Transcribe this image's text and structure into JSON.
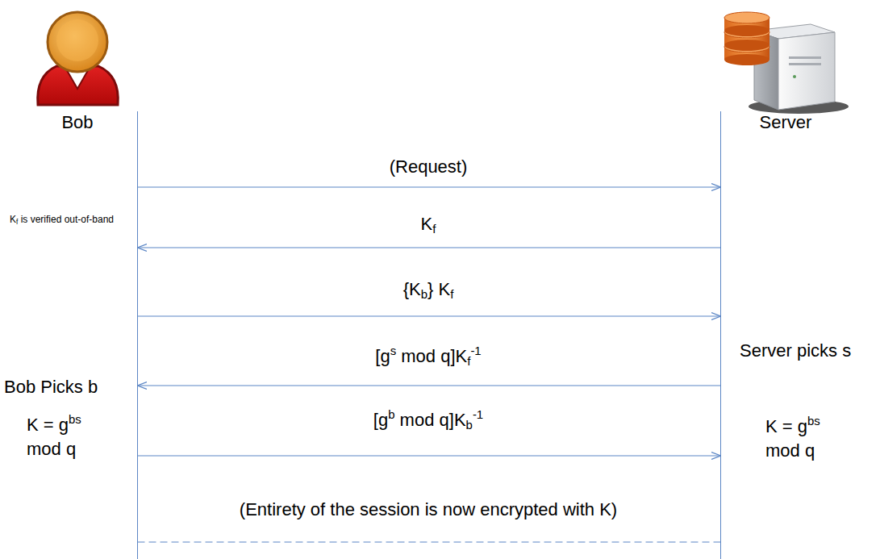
{
  "diagram": {
    "nodes": [
      {
        "text": [
          "Bob"
        ]
      },
      {
        "text": [
          "Server"
        ]
      }
    ],
    "edges": [
      {
        "from": 0,
        "to": 1,
        "arrow": "to",
        "label": "(Request)"
      },
      {
        "from": 1,
        "to": 0,
        "arrow": "to",
        "label": "Kf"
      },
      {
        "from": 0,
        "to": 1,
        "arrow": "to",
        "label": "{Kb} Kf"
      },
      {
        "from": 1,
        "to": 0,
        "arrow": "to",
        "label": "[gs mod q]Kf-1"
      },
      {
        "from": 0,
        "to": 1,
        "arrow": "to",
        "label": "[gb mod q]Kb-1"
      },
      {
        "from": 0,
        "to": 1,
        "arrow": "none",
        "label": "(Entirety of the session is now encrypted with K)"
      }
    ],
    "labels": [
      "Kf is verified out-of-band",
      "Server picks s",
      "Bob Picks b",
      "K = gbs mod q",
      "K = gbs mod q"
    ]
  }
}
